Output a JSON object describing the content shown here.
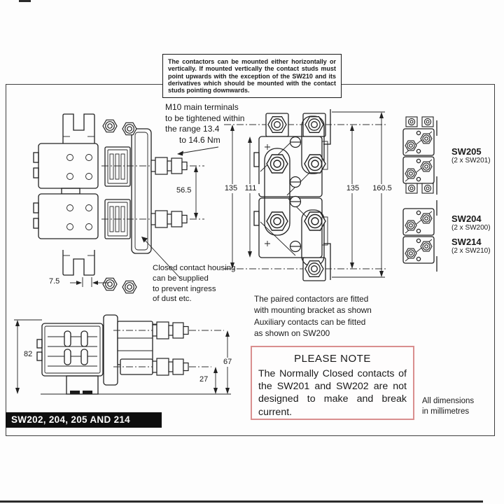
{
  "header_note": "The contactors can be mounted either horizontally or vertically. If mounted vertically the contact studs must point upwards with the exception of the SW210 and its derivatives which should be mounted with the contact studs pointing downwards.",
  "annotations": {
    "m10_terminals": "M10 main terminals\nto be tightened within\nthe range 13.4\n      to 14.6 Nm",
    "closed_housing": "Closed contact housing\ncan be supplied\nto prevent ingress\nof dust etc.",
    "paired_contactors": "The paired contactors are fitted\nwith mounting bracket as shown\nAuxiliary contacts can be fitted\nas shown on SW200"
  },
  "please_note": {
    "title": "PLEASE NOTE",
    "body": "The Normally Closed contacts of the SW201 and SW202 are not designed to make and break current."
  },
  "models": [
    {
      "name": "SW205",
      "sub": "(2 x SW201)"
    },
    {
      "name": "SW204",
      "sub": "(2 x SW200)"
    },
    {
      "name": "SW214",
      "sub": "(2 x SW210)"
    }
  ],
  "dims": {
    "stud_spacing": "56.5",
    "bracket_offset": "7.5",
    "plan_left_outer": "135",
    "plan_left_inner": "111",
    "plan_right_inner": "135",
    "plan_right_outer": "160.5",
    "side_height": "82",
    "side_stud_height": "67",
    "side_lower_stud": "27"
  },
  "footer": {
    "bar": "SW202, 204, 205 AND 214",
    "dimensions_note": "All dimensions\nin millimetres"
  },
  "colors": {
    "note_border": "#d98f8f",
    "footer_bg": "#0e0e0e",
    "line": "#222222"
  }
}
